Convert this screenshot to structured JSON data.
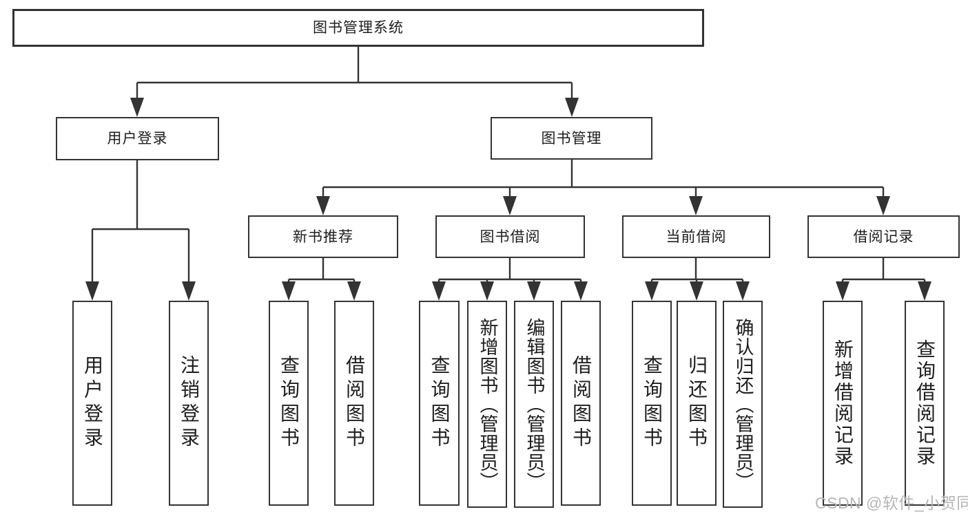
{
  "diagram": {
    "root": {
      "label": "图书管理系统"
    },
    "branches": [
      {
        "label": "用户登录",
        "children": [
          {
            "label": "用户登录"
          },
          {
            "label": "注销登录"
          }
        ]
      },
      {
        "label": "图书管理",
        "children": [
          {
            "label": "新书推荐",
            "children": [
              {
                "label": "查询图书"
              },
              {
                "label": "借阅图书"
              }
            ]
          },
          {
            "label": "图书借阅",
            "children": [
              {
                "label": "查询图书"
              },
              {
                "label": "新增图书（管理员）"
              },
              {
                "label": "编辑图书（管理员）"
              },
              {
                "label": "借阅图书"
              }
            ]
          },
          {
            "label": "当前借阅",
            "children": [
              {
                "label": "查询图书"
              },
              {
                "label": "归还图书"
              },
              {
                "label": "确认归还（管理员）"
              }
            ]
          },
          {
            "label": "借阅记录",
            "children": [
              {
                "label": "新增借阅记录"
              },
              {
                "label": "查询借阅记录"
              }
            ]
          }
        ]
      }
    ],
    "line_color": "#333333",
    "box_background": "#ffffff",
    "text_color": "#1d1d1d"
  },
  "watermark": {
    "text": "CSDN @软件_小贺同学",
    "color": "#b5b5b5"
  }
}
